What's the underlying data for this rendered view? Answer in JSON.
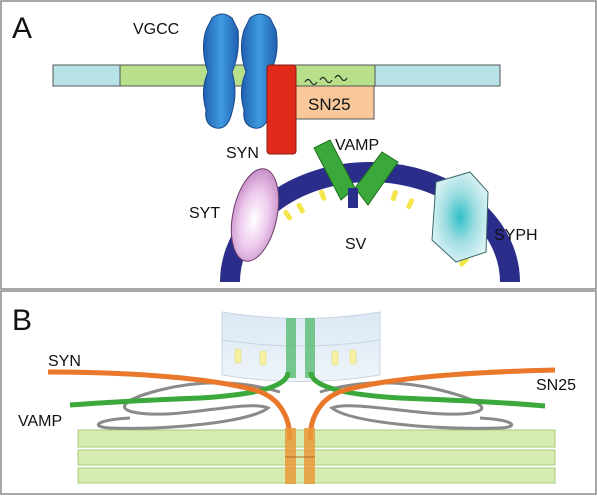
{
  "panel_a": {
    "letter": "A",
    "labels": {
      "vgcc": "VGCC",
      "sn25": "SN25",
      "syn": "SYN",
      "vamp": "VAMP",
      "syt": "SYT",
      "sv": "SV",
      "syph": "SYPH"
    }
  },
  "panel_b": {
    "letter": "B",
    "labels": {
      "syn": "SYN",
      "sn25": "SN25",
      "vamp": "VAMP"
    }
  },
  "colors": {
    "panel_border": "#8a8a8a",
    "membrane_light_blue": "#b7e3e8",
    "membrane_green": "#b8e08a",
    "vgcc_blue": "#2e7fd0",
    "syn_red": "#e22a1a",
    "sn25_peach": "#f8c89a",
    "vamp_green": "#3aa83a",
    "syt_pink": "#e8b8e8",
    "vesicle_navy": "#2a2e8a",
    "vesicle_yellow": "#f2e64a",
    "syph_cyan": "#b8e6ea",
    "syn_orange": "#e9782a",
    "linker_grey": "#8a8a8a"
  }
}
